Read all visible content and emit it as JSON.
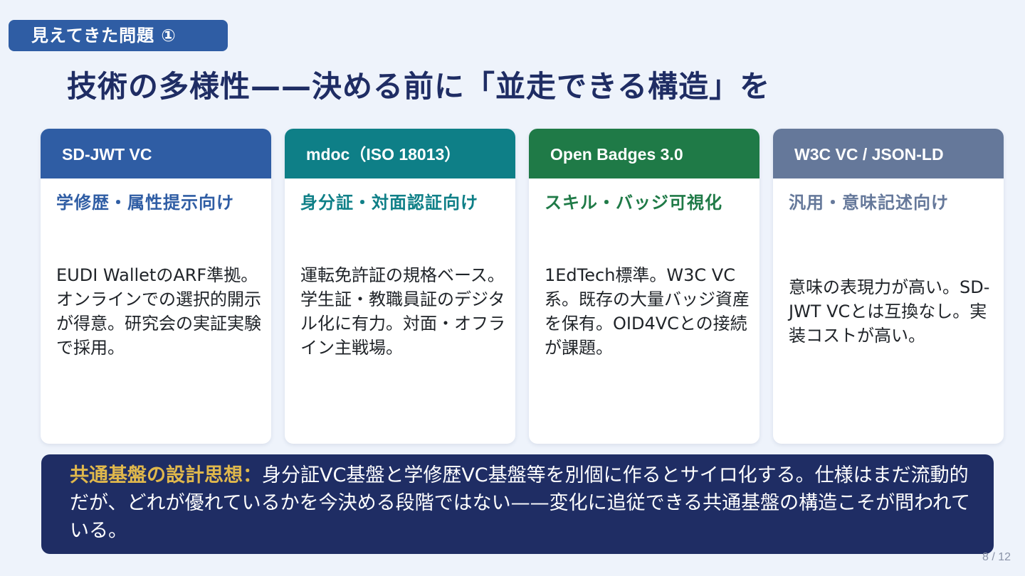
{
  "section_tag": "見えてきた問題 ①",
  "title": "技術の多様性——決める前に「並走できる構造」を",
  "colors": {
    "background": "#eef3fb",
    "navy": "#1f2d64",
    "card1": "#2f5da4",
    "card2": "#0e7f87",
    "card3": "#1f7a47",
    "card4": "#65789a",
    "highlight": "#e0b84c"
  },
  "cards": [
    {
      "header": "SD-JWT VC",
      "subtitle": "学修歴・属性提示向け",
      "body": "EUDI WalletのARF準拠。オンラインでの選択的開示が得意。研究会の実証実験で採用。"
    },
    {
      "header": "mdoc（ISO 18013）",
      "subtitle": "身分証・対面認証向け",
      "body": "運転免許証の規格ベース。学生証・教職員証のデジタル化に有力。対面・オフライン主戦場。"
    },
    {
      "header": "Open Badges 3.0",
      "subtitle": "スキル・バッジ可視化",
      "body": "1EdTech標準。W3C VC系。既存の大量バッジ資産を保有。OID4VCとの接続が課題。"
    },
    {
      "header": "W3C VC / JSON-LD",
      "subtitle": "汎用・意味記述向け",
      "body": "意味の表現力が高い。SD-JWT VCとは互換なし。実装コストが高い。"
    }
  ],
  "summary": {
    "lead": "共通基盤の設計思想：",
    "text": "身分証VC基盤と学修歴VC基盤等を別個に作るとサイロ化する。仕様はまだ流動的だが、どれが優れているかを今決める段階ではない——変化に追従できる共通基盤の構造こそが問われている。"
  },
  "page_number": "8 / 12"
}
